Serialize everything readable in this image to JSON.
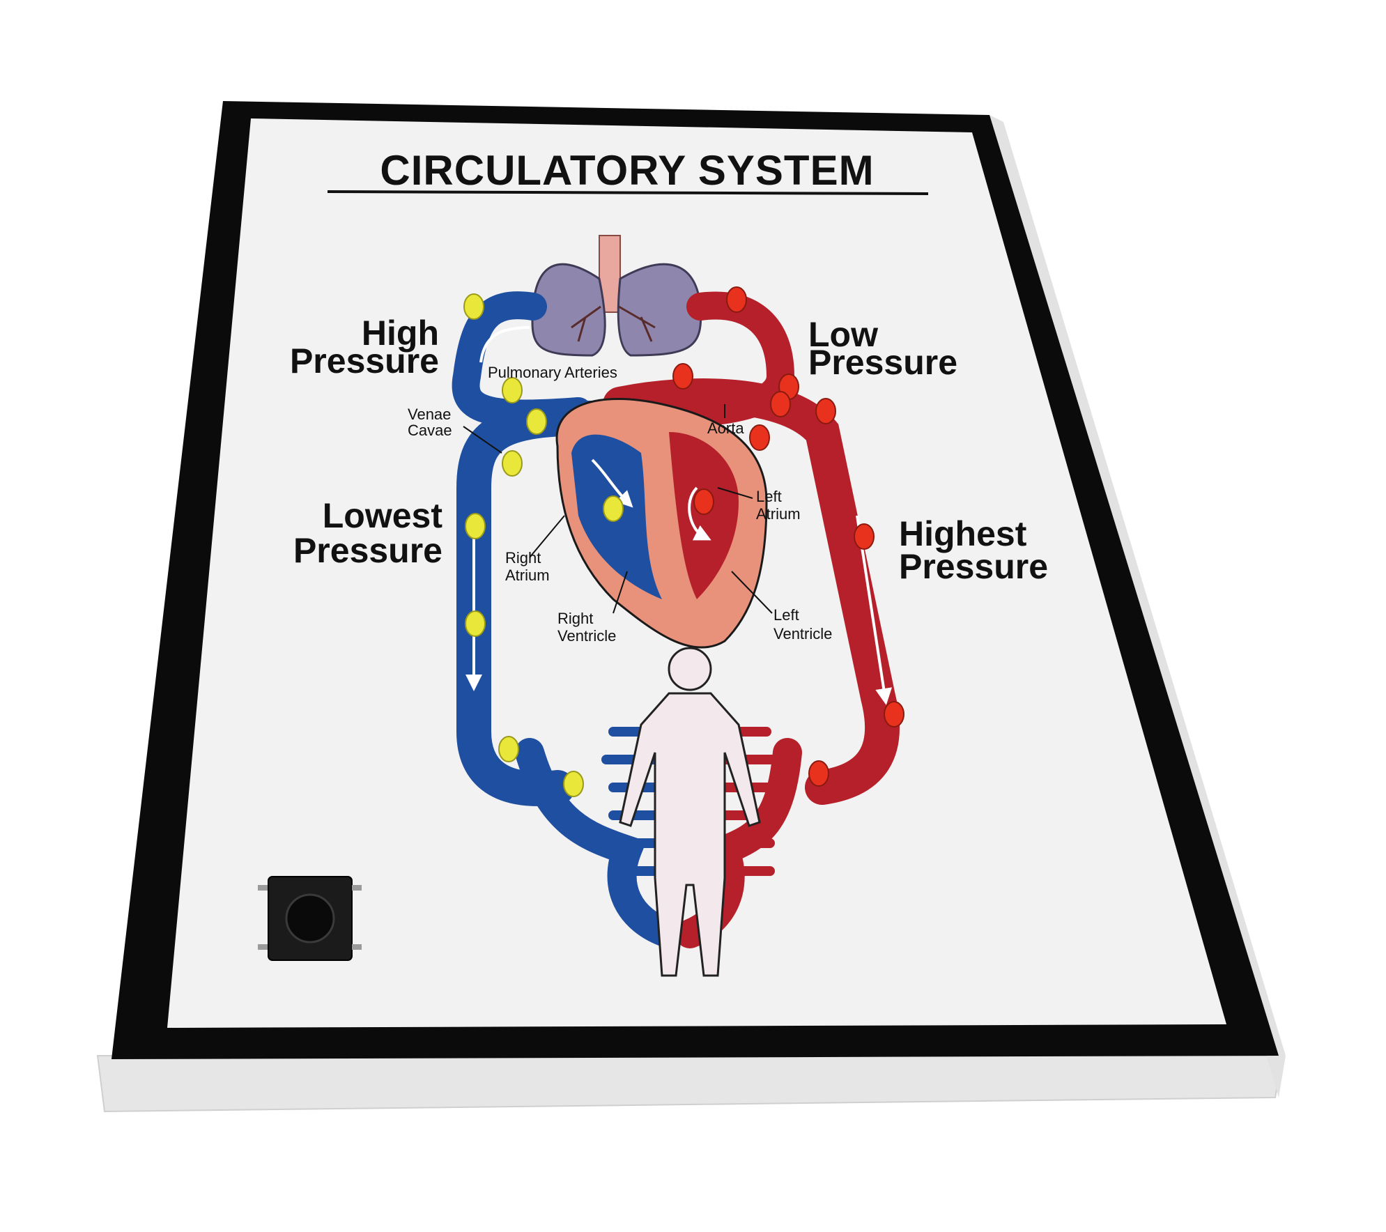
{
  "title": "CIRCULATORY SYSTEM",
  "pressure_labels": {
    "high": [
      "High",
      "Pressure"
    ],
    "low": [
      "Low",
      "Pressure"
    ],
    "lowest": [
      "Lowest",
      "Pressure"
    ],
    "highest": [
      "Highest",
      "Pressure"
    ]
  },
  "anatomy_labels": {
    "pulmonary_arteries": "Pulmonary Arteries",
    "venae_cavae": [
      "Venae",
      "Cavae"
    ],
    "aorta": "Aorta",
    "left_atrium": [
      "Left",
      "Atrium"
    ],
    "right_atrium": [
      "Right",
      "Atrium"
    ],
    "right_ventricle": [
      "Right",
      "Ventricle"
    ],
    "left_ventricle": [
      "Left",
      "Ventricle"
    ]
  },
  "colors": {
    "deoxygenated_vessel": "#1e4fa0",
    "oxygenated_vessel": "#b5202a",
    "lungs": "#8e86ad",
    "heart": "#e8927c",
    "yellow_led": "#e9e83a",
    "red_led": "#e8321e",
    "border": "#0b0b0b",
    "board": "#f2f2f2"
  },
  "components": {
    "yellow_led_count": 9,
    "red_led_count": 10,
    "push_button": "tactile-switch"
  }
}
